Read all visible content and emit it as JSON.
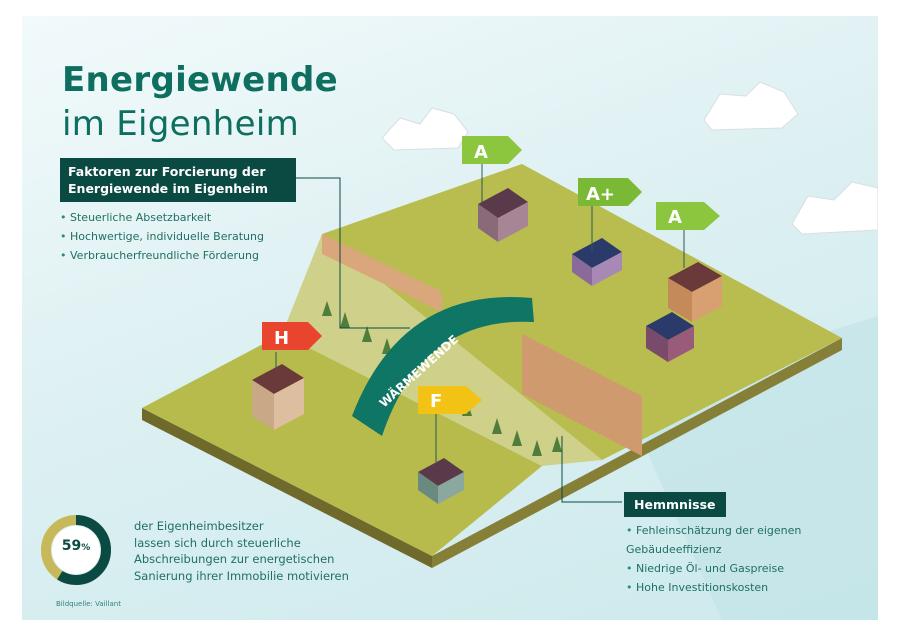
{
  "title": {
    "line1": "Energiewende",
    "line2": "im Eigenheim"
  },
  "factors": {
    "heading_line1": "Faktoren zur Forcierung der",
    "heading_line2": "Energiewende im Eigenheim",
    "items": [
      "Steuerliche Absetzbarkeit",
      "Hochwertige, individuelle Beratung",
      "Verbraucherfreundliche Förderung"
    ]
  },
  "obstacles": {
    "heading": "Hemmnisse",
    "items": [
      "Fehleinschätzung der eigenen Gebäudeeffizienz",
      "Niedrige Öl- und Gaspreise",
      "Hohe Investitionskosten"
    ]
  },
  "bridge_label": "WÄRMEWENDE",
  "energy_labels": [
    {
      "text": "A",
      "color": "#8cc63f"
    },
    {
      "text": "A+",
      "color": "#7ab935"
    },
    {
      "text": "A",
      "color": "#8cc63f"
    },
    {
      "text": "H",
      "color": "#e8442e"
    },
    {
      "text": "F",
      "color": "#f2c314"
    }
  ],
  "stat": {
    "value": "59",
    "unit": "%",
    "fraction": 0.59,
    "text_lines": [
      "der Eigenheimbesitzer",
      "lassen sich durch steuerliche",
      "Abschreibungen zur energetischen",
      "Sanierung ihrer Immobilie motivieren"
    ]
  },
  "credit": "Bildquelle: Vaillant",
  "colors": {
    "title": "#0e6e60",
    "box": "#0b4a43",
    "text": "#1f6f64",
    "grass": "#b6bb4c",
    "bridge": "#0f7564",
    "ring_filled": "#0b4a43",
    "ring_rest": "#c7b95a"
  }
}
